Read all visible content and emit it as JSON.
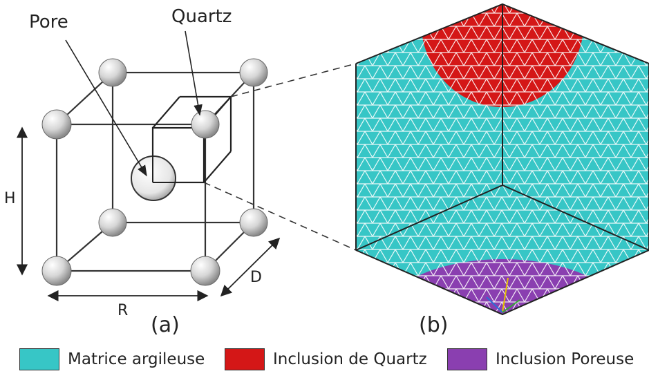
{
  "labels": {
    "pore": "Pore",
    "quartz": "Quartz",
    "h": "H",
    "r": "R",
    "d": "D",
    "panel_a": "(a)",
    "panel_b": "(b)"
  },
  "legend": [
    {
      "label": "Matrice argileuse",
      "color": "#37c6c6"
    },
    {
      "label": "Inclusion de Quartz",
      "color": "#d41717"
    },
    {
      "label": "Inclusion Poreuse",
      "color": "#8a3fb0"
    }
  ],
  "colors": {
    "matrix": "#37c6c6",
    "quartz": "#d41717",
    "pore": "#8a3fb0",
    "mesh": "#ffffff",
    "line": "#222222"
  }
}
